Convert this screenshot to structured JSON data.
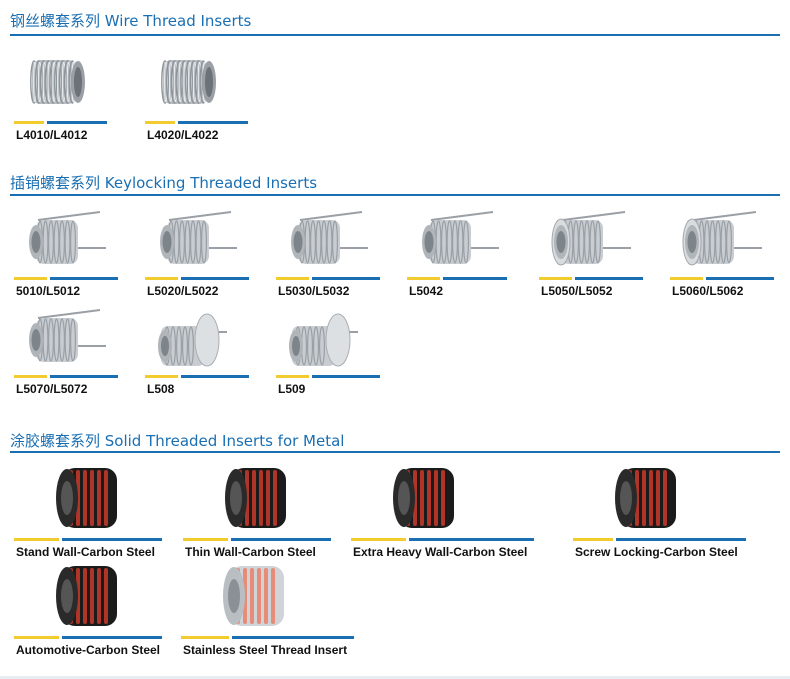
{
  "sections": [
    {
      "title": "钢丝螺套系列 Wire Thread Inserts",
      "items": [
        {
          "label": "L4010/L4012",
          "icon": "wire-coil-icon"
        },
        {
          "label": "L4020/L4022",
          "icon": "wire-coil-icon"
        }
      ]
    },
    {
      "title": "插销螺套系列 Keylocking Threaded Inserts",
      "items": [
        {
          "label": "5010/L5012",
          "icon": "keylocking-insert-icon"
        },
        {
          "label": "L5020/L5022",
          "icon": "keylocking-insert-icon"
        },
        {
          "label": "L5030/L5032",
          "icon": "keylocking-insert-icon"
        },
        {
          "label": "L5042",
          "icon": "keylocking-insert-icon"
        },
        {
          "label": "L5050/L5052",
          "icon": "keylocking-insert-icon"
        },
        {
          "label": "L5060/L5062",
          "icon": "keylocking-insert-icon"
        },
        {
          "label": "L5070/L5072",
          "icon": "keylocking-insert-icon"
        },
        {
          "label": "L508",
          "icon": "flanged-insert-icon"
        },
        {
          "label": "L509",
          "icon": "flanged-insert-icon"
        }
      ]
    },
    {
      "title": "涂胶螺套系列 Solid Threaded Inserts for Metal",
      "items": [
        {
          "label": "Stand Wall-Carbon Steel",
          "icon": "coated-insert-icon"
        },
        {
          "label": "Thin Wall-Carbon Steel",
          "icon": "coated-insert-icon"
        },
        {
          "label": "Extra Heavy Wall-Carbon Steel",
          "icon": "coated-insert-icon"
        },
        {
          "label": "Screw Locking-Carbon Steel",
          "icon": "coated-insert-icon"
        },
        {
          "label": "Automotive-Carbon Steel",
          "icon": "coated-insert-icon"
        },
        {
          "label": "Stainless Steel Thread Insert",
          "icon": "stainless-insert-icon"
        }
      ]
    }
  ],
  "colors": {
    "accent_blue": "#1a6fb3",
    "accent_yellow": "#f2cc2e",
    "coating_red": "#c0392b",
    "body_black": "#1b1b1b",
    "steel": "#c9cdd1"
  }
}
